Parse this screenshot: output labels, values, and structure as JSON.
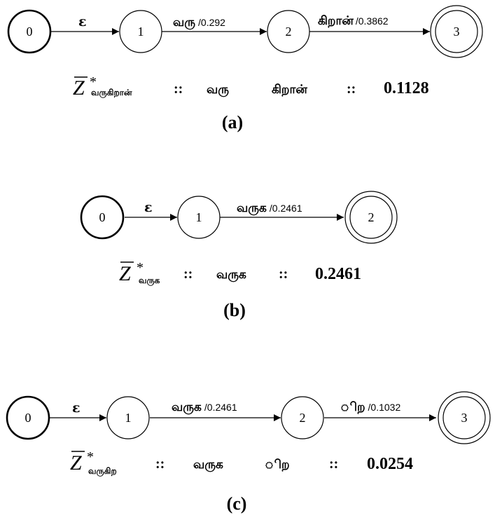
{
  "diagram_a": {
    "states": [
      "0",
      "1",
      "2",
      "3"
    ],
    "edges": [
      {
        "symbol": "ε",
        "weight": ""
      },
      {
        "symbol": "வரு",
        "weight": "/0.292"
      },
      {
        "symbol": "கிறான்",
        "weight": "/0.3862"
      }
    ],
    "result": {
      "z_symbol": "Z",
      "z_sup": "*",
      "z_sub": "வருகிறான்",
      "sep1": "::",
      "segments": [
        "வரு",
        "கிறான்"
      ],
      "sep2": "::",
      "score": "0.1128"
    },
    "caption": "(a)"
  },
  "diagram_b": {
    "states": [
      "0",
      "1",
      "2"
    ],
    "edges": [
      {
        "symbol": "ε",
        "weight": ""
      },
      {
        "symbol": "வருக",
        "weight": "/0.2461"
      }
    ],
    "result": {
      "z_symbol": "Z",
      "z_sup": "*",
      "z_sub": "வருக",
      "sep1": "::",
      "segments": [
        "வருக"
      ],
      "sep2": "::",
      "score": "0.2461"
    },
    "caption": "(b)"
  },
  "diagram_c": {
    "states": [
      "0",
      "1",
      "2",
      "3"
    ],
    "edges": [
      {
        "symbol": "ε",
        "weight": ""
      },
      {
        "symbol": "வருக",
        "weight": "/0.2461"
      },
      {
        "symbol": "ிற",
        "weight": "/0.1032"
      }
    ],
    "result": {
      "z_symbol": "Z",
      "z_sup": "*",
      "z_sub": "வருகிற",
      "sep1": "::",
      "segments": [
        "வருக",
        "ிற"
      ],
      "sep2": "::",
      "score": "0.0254"
    },
    "caption": "(c)"
  }
}
